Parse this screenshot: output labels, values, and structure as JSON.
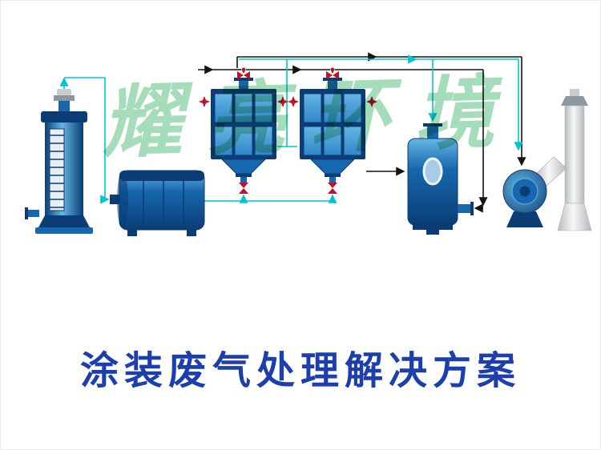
{
  "watermark": {
    "text": "耀亮环境"
  },
  "title": {
    "text": "涂装废气处理解决方案"
  },
  "diagram": {
    "equipment": [
      "spray-tower",
      "horizontal-adsorber-tank",
      "adsorption-box-1",
      "adsorption-box-2",
      "vertical-tank",
      "centrifugal-fan",
      "exhaust-chimney"
    ]
  },
  "colors": {
    "equipment_blue": "#1767ae",
    "equipment_blue_dark": "#0a3d75",
    "equipment_blue_light": "#66b5e3",
    "panel_blue": "#2f86c8",
    "pipe_cyan": "#00c4d6",
    "line_black": "#141414",
    "valve_red": "#c01426",
    "chimney_light": "#f7f7f7",
    "chimney_dark": "#b6babd",
    "metal_gray": "#8f979e",
    "title_blue": "#1d3fae",
    "watermark_green": "#a5dcba"
  }
}
